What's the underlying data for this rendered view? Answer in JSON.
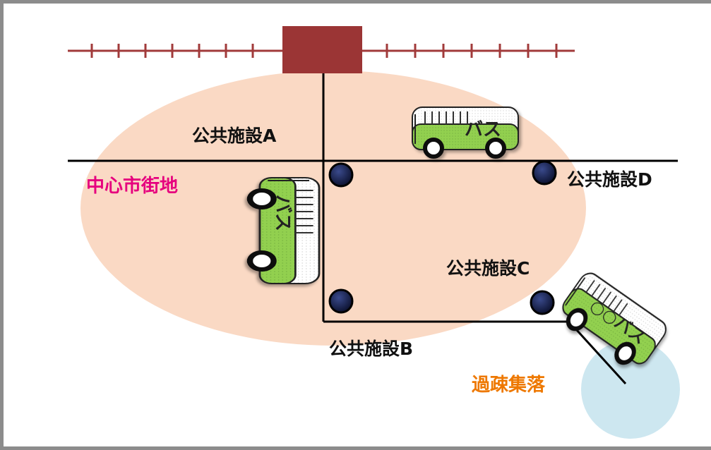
{
  "regions": {
    "downtown": {
      "label": "中心市街地",
      "color": "#e6007e",
      "fill": "#fad9c4"
    },
    "village": {
      "label": "過疎集落",
      "color": "#ee7800",
      "fill": "#cde7f0"
    }
  },
  "facilities": {
    "a": "公共施設A",
    "b": "公共施設B",
    "c": "公共施設C",
    "d": "公共施設D"
  },
  "buses": {
    "top": "バス",
    "left": "バス",
    "rural": "○○バス"
  },
  "colors": {
    "railway": "#a13a3a",
    "station": "#9b3535",
    "road": "#000000",
    "bus_body": "#92d050",
    "bus_roof": "#ffffff",
    "stop": "#101c4a"
  },
  "icons": {
    "station": "station-icon",
    "bus_stop": "bus-stop-icon",
    "bus": "bus-icon"
  }
}
